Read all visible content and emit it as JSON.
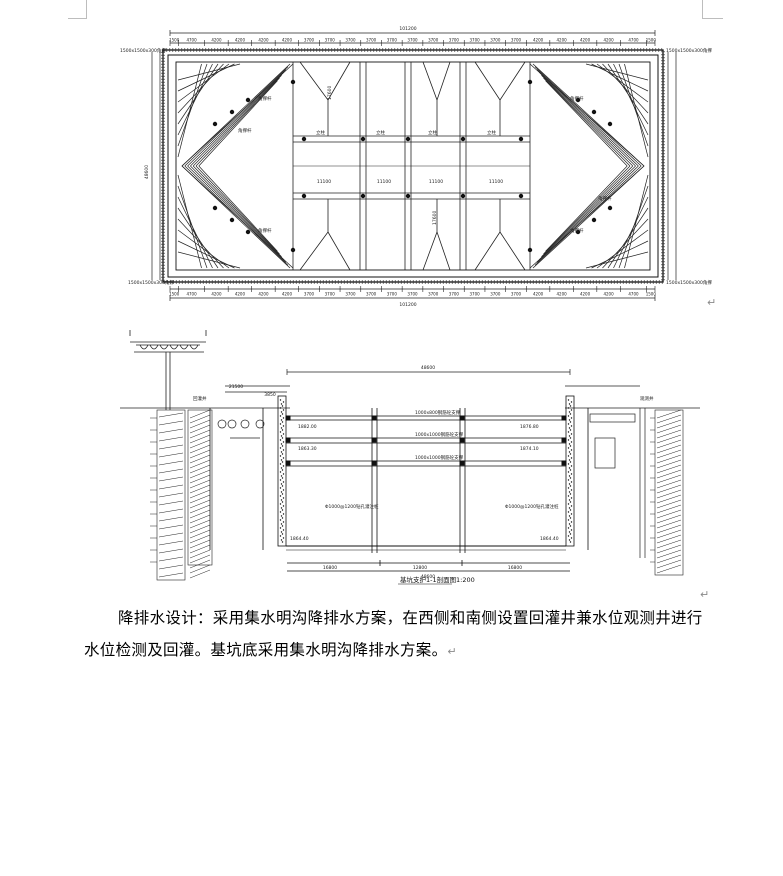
{
  "document": {
    "paragraph_line1": "降排水设计：采用集水明沟降排水方案，在西侧和南侧设置回灌井兼水位观测井进行",
    "paragraph_line2": "水位检测及回灌。基坑底采用集水明沟降排水方案。",
    "paragraph_mark": "↵",
    "figure_mark_1": "↵",
    "figure_mark_2": "↵"
  },
  "plan_drawing": {
    "overall_dimension_top": "101200",
    "overall_dimension_bottom": "101200",
    "overall_dimension_side": "48600",
    "bay_dimensions": [
      "1500",
      "4700",
      "4200",
      "4200",
      "4200",
      "4200",
      "3700",
      "3700",
      "3700",
      "3700",
      "3700",
      "3700",
      "3700",
      "3700",
      "3700",
      "3700",
      "3700",
      "4200",
      "4200",
      "4200",
      "4200",
      "4700",
      "1500"
    ],
    "span_labels": [
      "11100",
      "11100",
      "11100",
      "11100"
    ],
    "inner_vertical_dimensions": [
      "17600",
      "17600",
      "12800"
    ],
    "left_corner_note": "1500x1500x300角撑",
    "right_corner_note": "1500x1500x300角撑",
    "post_label": "立柱",
    "brace_label": "角撑杆"
  },
  "section_drawing": {
    "title": "基坑支护1-1剖面图",
    "scale": "1:200",
    "top_dimension": "48600",
    "bottom_dimensions": [
      "16800",
      "12800",
      "16800"
    ],
    "left_offsets": [
      "21500",
      "3850"
    ],
    "strut_labels": [
      "1000x800钢筋砼支撑",
      "1000x1000钢筋砼支撑",
      "1000x1000钢筋砼支撑"
    ],
    "elevation_labels": [
      "1882.00",
      "1863.30",
      "1876.80",
      "1874.10",
      "1864.40"
    ],
    "pile_note": "Φ1000@1200钻孔灌注桩",
    "left_well_label": "回灌井",
    "right_well_label": "观测井"
  }
}
